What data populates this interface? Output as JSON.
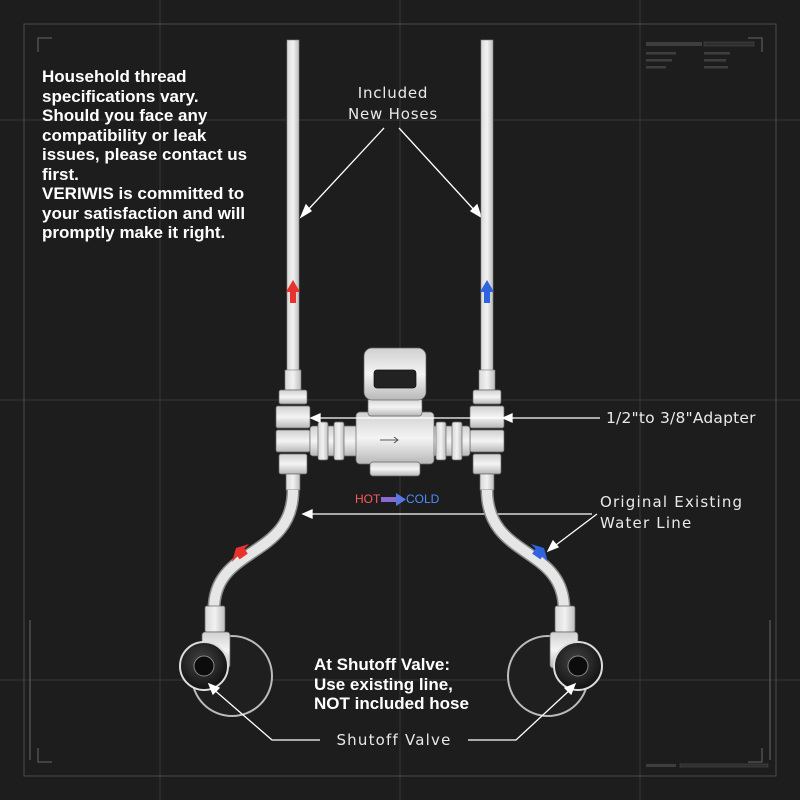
{
  "notes": {
    "intro": "Household thread\nspecifications vary.\nShould you face any\ncompatibility or leak\nissues, please contact us\nfirst.\nVERIWIS is committed to\nyour satisfaction and will\npromptly make it right.",
    "shutoff": "At Shutoff Valve:\nUse existing line,\nNOT included hose"
  },
  "callouts": {
    "new_hoses": "Included\nNew Hoses",
    "adapter": "1/2\"to 3/8\"Adapter",
    "existing_line": "Original Existing\nWater Line",
    "shutoff_valve": "Shutoff Valve"
  },
  "flow": {
    "hot": "HOT",
    "cold": "COLD"
  },
  "colors": {
    "background": "#1d1d1d",
    "grid": "#3a3a3a",
    "hot": "#e8322d",
    "cold": "#2f63e0",
    "line": "#ffffff"
  }
}
